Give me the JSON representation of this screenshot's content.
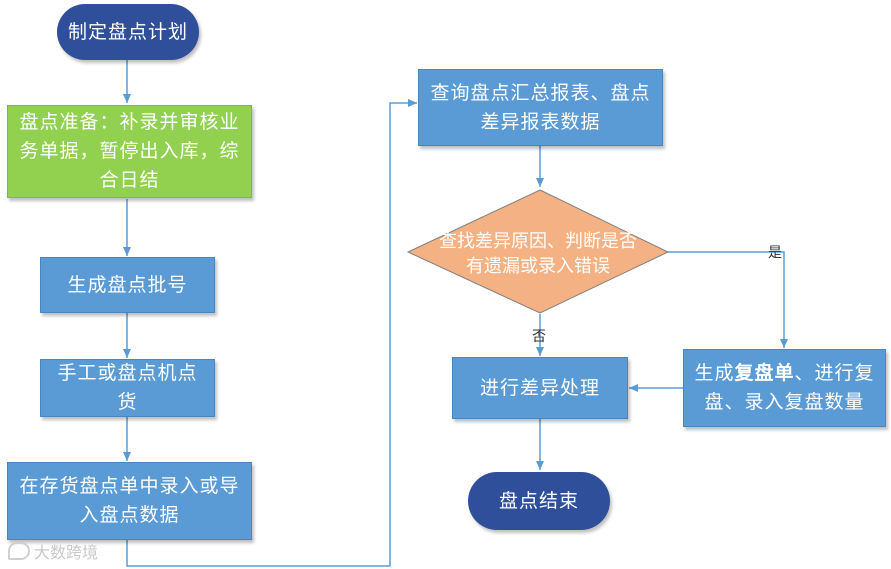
{
  "nodes": {
    "start": "制定盘点计划",
    "prepare": "盘点准备：补录并审核业务单据，暂停出入库，综合日结",
    "batch": "生成盘点批号",
    "count": "手工或盘点机点货",
    "input": "在存货盘点单中录入或导入盘点数据",
    "query": "查询盘点汇总报表、盘点差异报表数据",
    "decision": "查找差异原因、判断是否有遗漏或录入错误",
    "process": "进行差异处理",
    "recount_pre": "生成",
    "recount_bold": "复盘单",
    "recount_post": "、进行复盘、录入复盘数量",
    "end": "盘点结束"
  },
  "labels": {
    "yes": "是",
    "no": "否"
  },
  "watermark": "大数跨境",
  "colors": {
    "rect": "#5b9bd5",
    "green": "#92d050",
    "pill": "#2f4f9a",
    "diamond": "#f4b183",
    "line": "#5b9bd5"
  }
}
